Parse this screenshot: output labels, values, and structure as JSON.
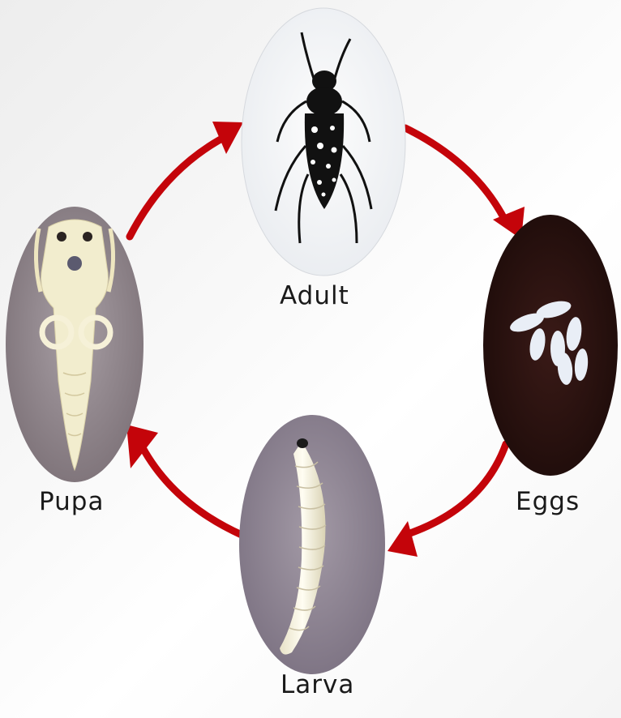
{
  "diagram": {
    "stages": [
      {
        "id": "adult",
        "label": "Adult"
      },
      {
        "id": "eggs",
        "label": "Eggs"
      },
      {
        "id": "larva",
        "label": "Larva"
      },
      {
        "id": "pupa",
        "label": "Pupa"
      }
    ],
    "arrow_color": "#c4040a"
  }
}
